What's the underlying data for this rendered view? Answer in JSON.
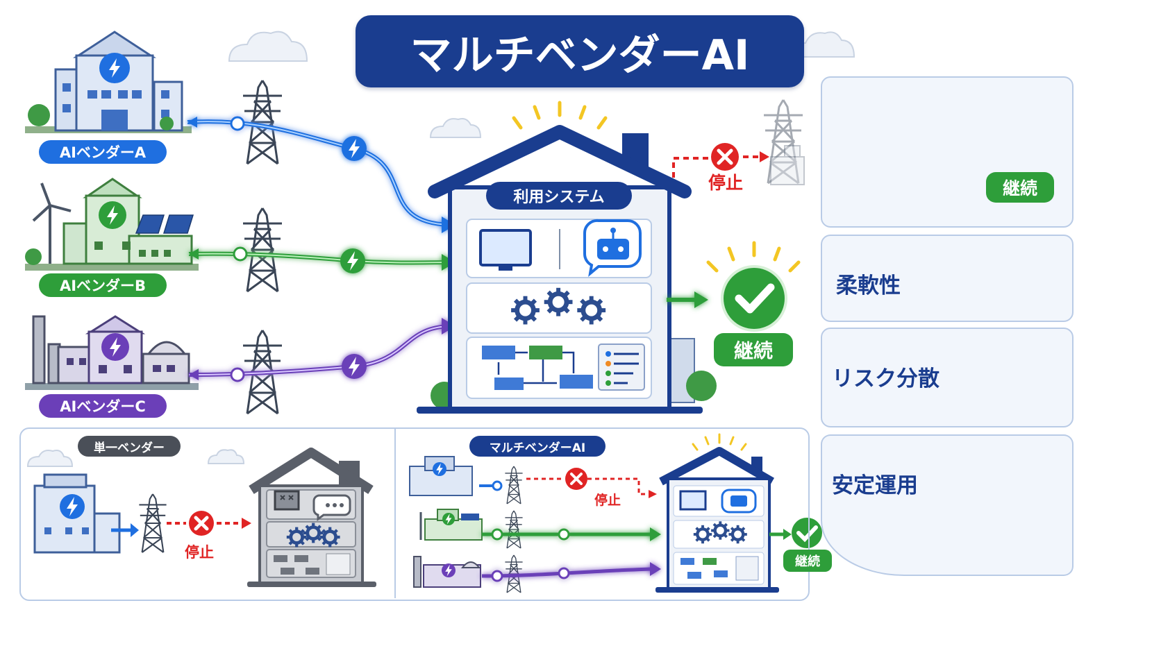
{
  "title": "マルチベンダーAI",
  "vendors": [
    {
      "label": "AIベンダーA",
      "color": "#1f6fe0"
    },
    {
      "label": "AIベンダーB",
      "color": "#2e9e3a"
    },
    {
      "label": "AIベンダーC",
      "color": "#6b3fb8"
    }
  ],
  "system": {
    "label": "利用システム"
  },
  "status": {
    "stop": "停止",
    "continue": "継続"
  },
  "benefits": [
    {
      "label": "柔軟性"
    },
    {
      "label": "リスク分散"
    },
    {
      "label": "安定運用"
    }
  ],
  "comparison": {
    "single_label": "単一ベンダー",
    "multi_label": "マルチベンダーAI",
    "stop": "停止",
    "continue": "継続"
  },
  "colors": {
    "navy": "#1a3d8f",
    "blue": "#1f6fe0",
    "green": "#2e9e3a",
    "purple": "#6b3fb8",
    "red": "#e02424"
  }
}
